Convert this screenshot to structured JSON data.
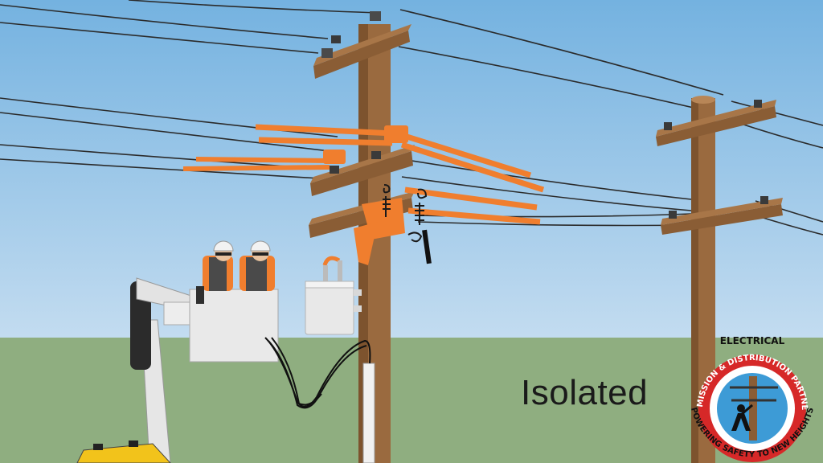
{
  "slide": {
    "caption": "Isolated"
  },
  "logo": {
    "top_text": "ELECTRICAL",
    "ring_text": "TRANSMISSION & DISTRIBUTION PARTNERSHIP",
    "bottom_text": "POWERING SAFETY TO NEW HEIGHTS",
    "ring_color": "#d62828",
    "inner_color": "#3d9bd6"
  },
  "colors": {
    "sky_top": "#77b5e2",
    "sky_bottom": "#bcd8ef",
    "ground": "#8fae80",
    "pole": "#9a6a3f",
    "cover_orange": "#f07e2e",
    "bucket": "#e9e9e9",
    "truck": "#f2c31b"
  }
}
